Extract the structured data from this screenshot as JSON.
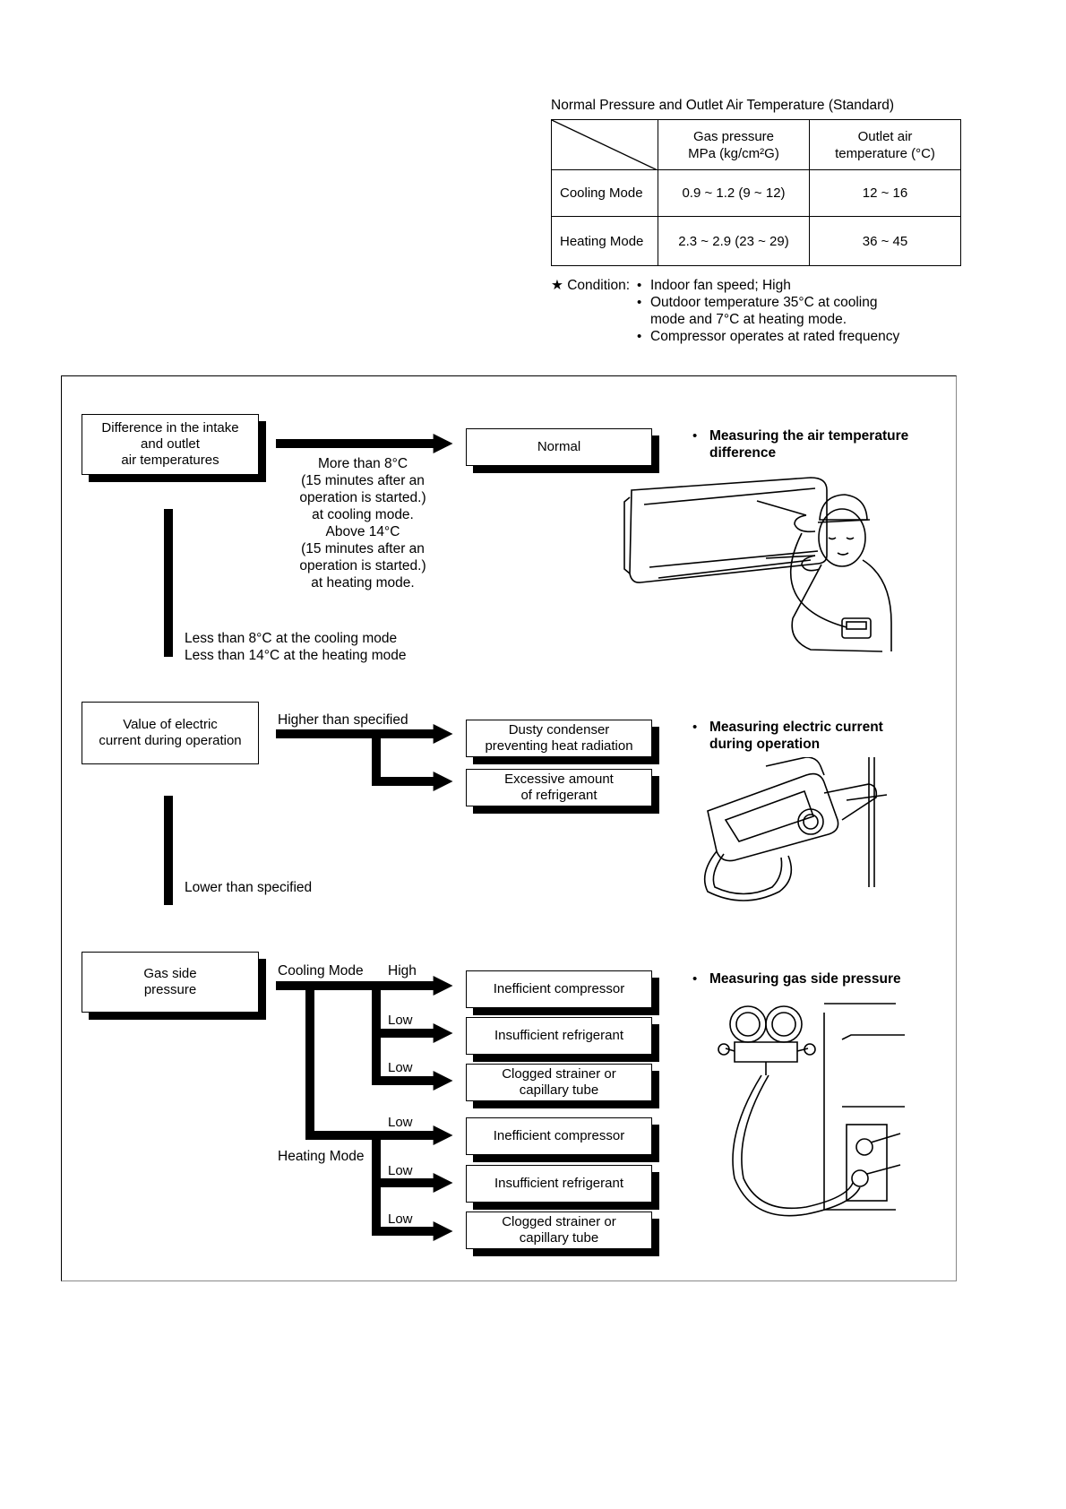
{
  "table": {
    "title": "Normal Pressure and Outlet Air Temperature (Standard)",
    "headers": [
      "",
      "Gas pressure\nMPa (kg/cm²G)",
      "Outlet air\ntemperature (°C)"
    ],
    "rows": [
      [
        "Cooling Mode",
        "0.9 ~ 1.2 (9 ~ 12)",
        "12 ~ 16"
      ],
      [
        "Heating Mode",
        "2.3 ~ 2.9 (23 ~ 29)",
        "36 ~ 45"
      ]
    ]
  },
  "condition": {
    "label": "★ Condition:",
    "items": [
      "Indoor fan speed; High",
      "Outdoor temperature 35°C at cooling\nmode and 7°C at heating mode.",
      "Compressor operates at rated frequency"
    ]
  },
  "section1": {
    "source": "Difference in the intake\nand outlet\nair temperatures",
    "condition_text": "More than 8°C\n(15 minutes after an\noperation is started.)\nat cooling mode.\nAbove 14°C\n(15 minutes after an\noperation is started.)\nat heating mode.",
    "result": "Normal",
    "lower_text": "Less than 8°C at the cooling mode\nLess than 14°C at the heating mode",
    "note": "Measuring the air temperature\ndifference",
    "illustration": "technician-measuring-ac-unit"
  },
  "section2": {
    "source": "Value of electric\ncurrent during operation",
    "branch_label": "Higher than specified",
    "results": [
      "Dusty condenser\npreventing heat radiation",
      "Excessive amount\nof refrigerant"
    ],
    "lower_text": "Lower than specified",
    "note": "Measuring electric current\nduring operation",
    "illustration": "clamp-meter"
  },
  "section3": {
    "source": "Gas side\npressure",
    "cooling_label": "Cooling Mode",
    "heating_label": "Heating Mode",
    "levels": [
      "High",
      "Low",
      "Low",
      "Low",
      "Low",
      "Low"
    ],
    "results": [
      "Inefficient compressor",
      "Insufficient refrigerant",
      "Clogged strainer or\ncapillary tube",
      "Inefficient compressor",
      "Insufficient refrigerant",
      "Clogged strainer or\ncapillary tube"
    ],
    "note": "Measuring gas side pressure",
    "illustration": "manifold-gauge-set"
  }
}
